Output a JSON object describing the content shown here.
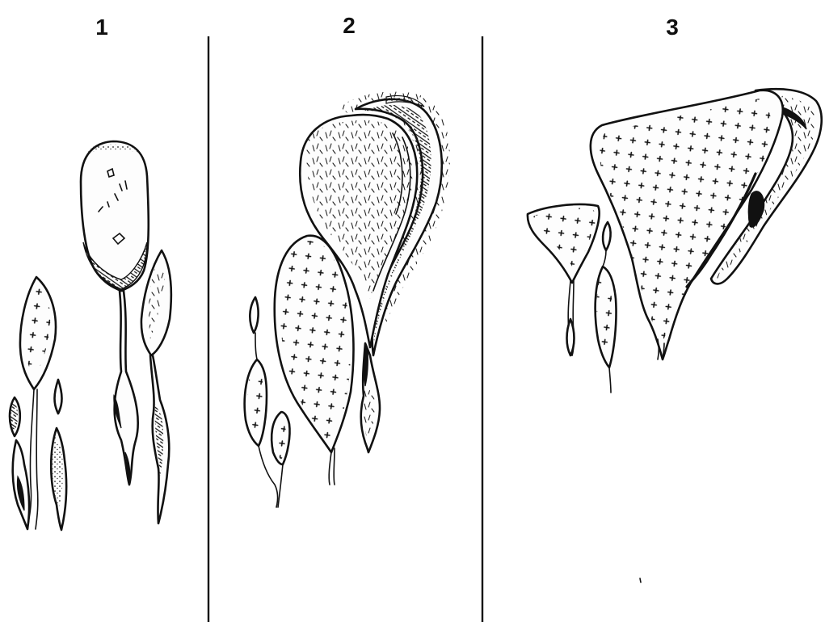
{
  "panels": [
    {
      "id": "1",
      "label": "1"
    },
    {
      "id": "2",
      "label": "2"
    },
    {
      "id": "3",
      "label": "3"
    }
  ]
}
